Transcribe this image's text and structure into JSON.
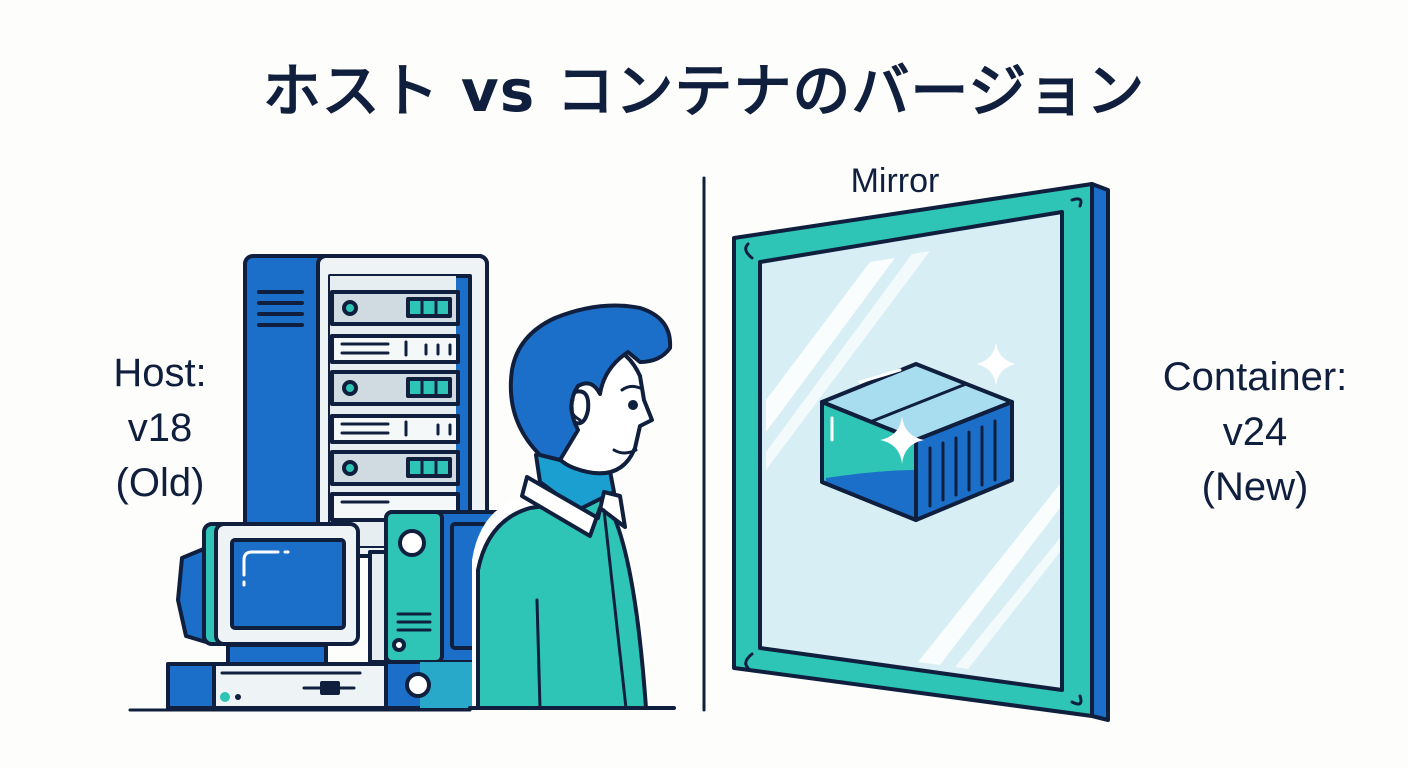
{
  "title": "ホスト vs コンテナのバージョン",
  "host": {
    "line1": "Host:",
    "line2": "v18",
    "line3": "(Old)"
  },
  "container": {
    "line1": "Container:",
    "line2": "v24",
    "line3": "(New)"
  },
  "mirror": {
    "label": "Mirror"
  },
  "icons": {
    "server_rack": "server-rack-icon",
    "crt_computer": "crt-computer-icon",
    "tower_pc": "tower-pc-icon",
    "person": "person-icon",
    "mirror": "mirror-icon",
    "container": "shipping-container-icon",
    "sparkle": "sparkle-icon"
  },
  "colors": {
    "ink": "#0f1f3d",
    "blue": "#1c6fc9",
    "teal": "#2ec4b6",
    "light_gray": "#e6eef1",
    "glass": "#d6eef4",
    "background": "#fdfdfb"
  }
}
